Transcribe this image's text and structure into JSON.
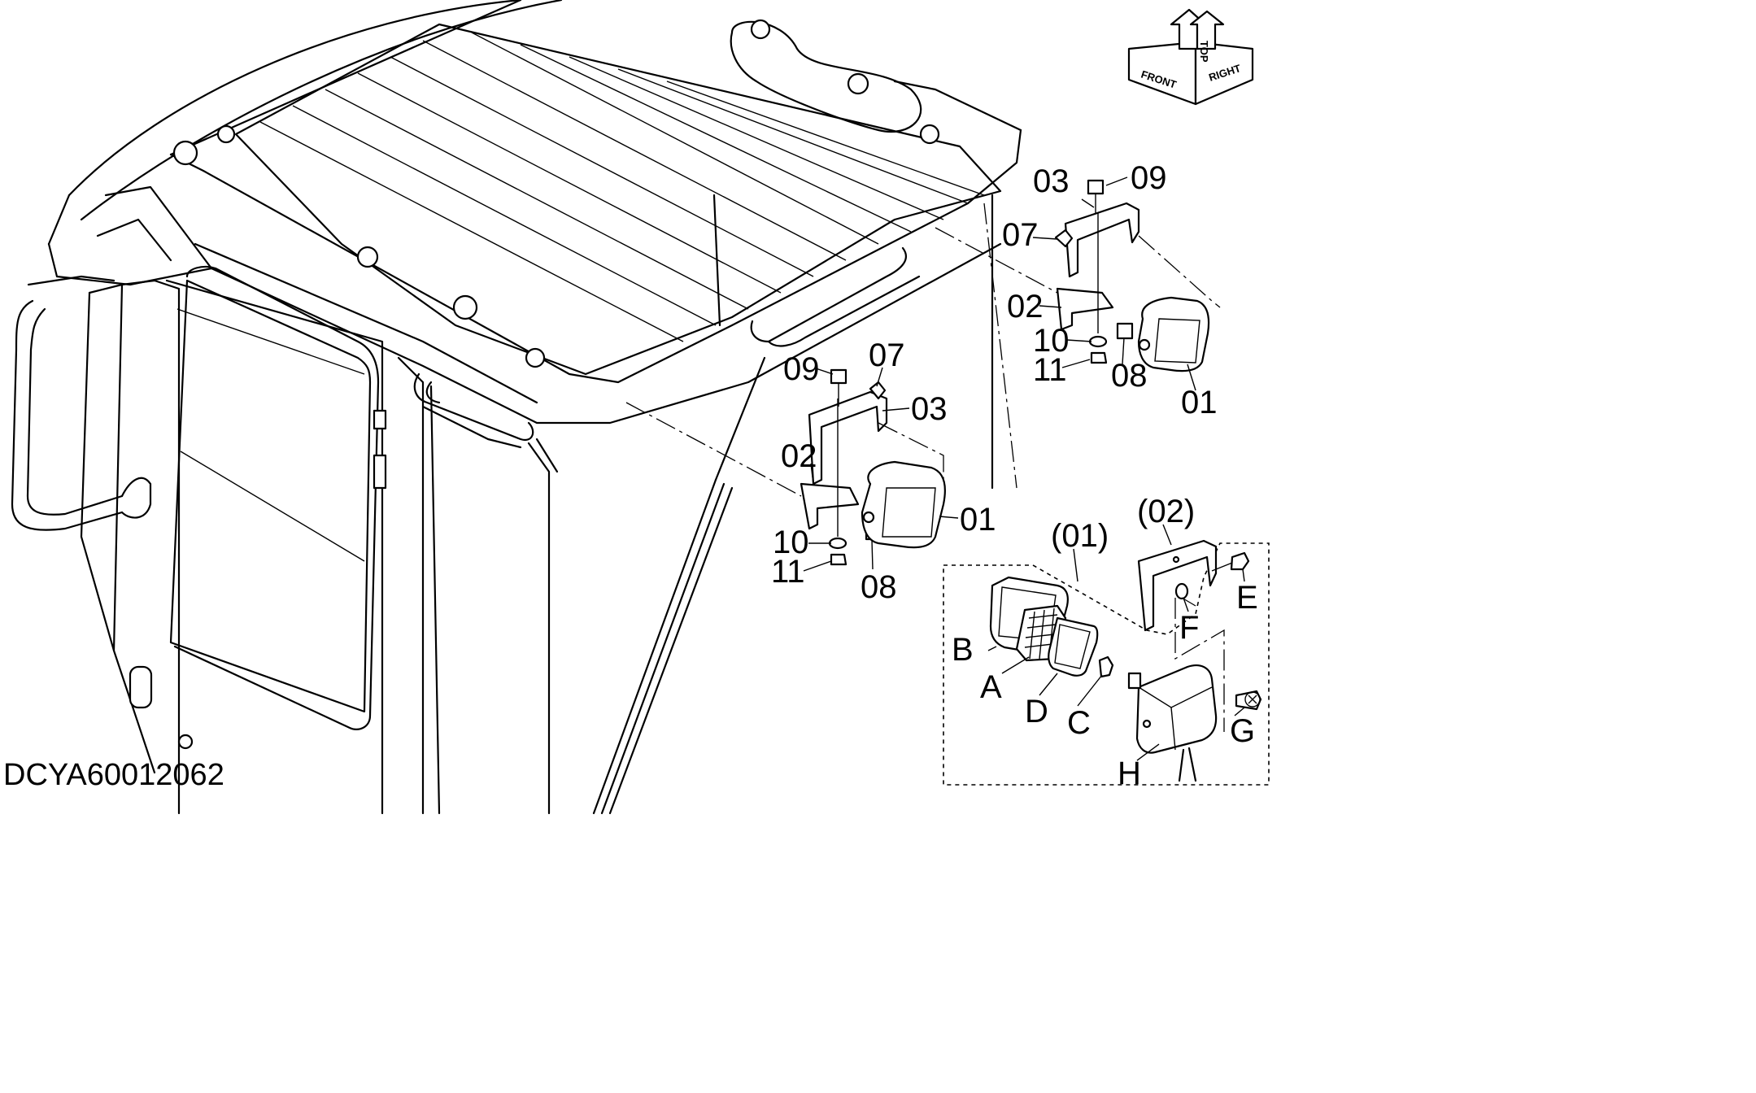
{
  "drawing_code": "DCYA60012062",
  "orientation": {
    "top": "TOP",
    "front": "FRONT",
    "right": "RIGHT"
  },
  "callouts": {
    "l01": "01",
    "l02": "02",
    "l03": "03",
    "l07": "07",
    "l08": "08",
    "l09": "09",
    "l10": "10",
    "l11": "11",
    "r01": "01",
    "r02": "02",
    "r03": "03",
    "r07": "07",
    "r08": "08",
    "r09": "09",
    "r10": "10",
    "r11": "11"
  },
  "detail": {
    "group_01": "(01)",
    "group_02": "(02)",
    "A": "A",
    "B": "B",
    "C": "C",
    "D": "D",
    "E": "E",
    "F": "F",
    "G": "G",
    "H": "H"
  }
}
